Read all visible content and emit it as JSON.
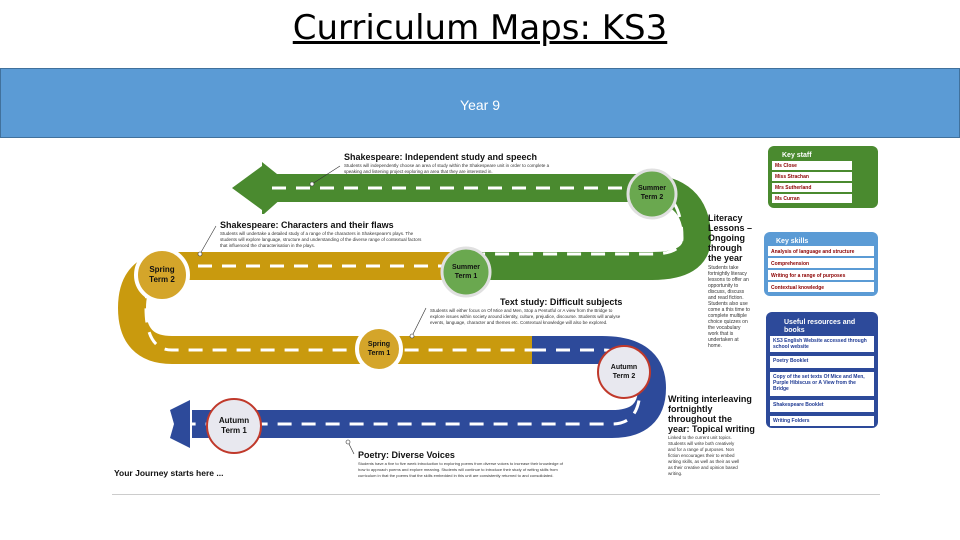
{
  "page": {
    "title": "Curriculum Maps: KS3",
    "banner": "Year 9"
  },
  "colors": {
    "banner": "#5b9bd5",
    "green_road": "#4a8a2f",
    "gold_road": "#c99a0e",
    "blue_road": "#2d4a9a",
    "dash": "#ffffff",
    "term_circle": "#e8e8e8",
    "red_ring": "#c0392b"
  },
  "map": {
    "start_text": "Your   Journey starts here ...",
    "terms": {
      "summer2": [
        "Summer",
        "Term 2"
      ],
      "summer1": [
        "Summer",
        "Term 1"
      ],
      "spring2": [
        "Spring",
        "Term 2"
      ],
      "spring1": [
        "Spring",
        "Term 1"
      ],
      "autumn2": [
        "Autumn",
        "Term 2"
      ],
      "autumn1": [
        "Autumn",
        "Term 1"
      ]
    },
    "units": {
      "shakespeare_speech": {
        "title": "Shakespeare: Independent  study and speech",
        "lines": [
          "Students will independently choose an area of study within the Shakespeare  unit in order to complete a",
          "speaking and listening project exploring an area that they are  interested  in."
        ]
      },
      "shakespeare_chars": {
        "title": "Shakespeare: Characters and their flaws",
        "lines": [
          "Students  will undertake  a detailed study of a range  of the characters  in Shakespeare's  plays.  The",
          "students  will explore language, structure  and understanding of the diverse range of contextual factors",
          "that influenced the characterisation  in the plays."
        ]
      },
      "text_study": {
        "title": "Text study: Difficult subjects",
        "lines": [
          "Students will either focus on Of Mice and Men, Stop a Pentutful or A view from the Bridge to",
          "explore  issues within society around identity,  culture, prejudice,  discourse. Students  will analyse",
          "events,  language,  character  and  themes  etc. Contextual  knowledge will also be explored."
        ]
      },
      "poetry": {
        "title": "Poetry: Diverse Voices",
        "lines": [
          "Students have a five to five week introduction to exploring poems from diverse voices to increase their knowledge of",
          "how to approach poems and explore meaning. Students will continue to introduce their study of writing skills from",
          "curriculum in that the  poems that the skills embedded in this unit are consistently returned to and consolidated."
        ]
      },
      "literacy": {
        "title": [
          "Literacy",
          "Lessons –",
          "Ongoing",
          "through",
          "the year"
        ],
        "lines": [
          "Students  take",
          "fortnightly literacy",
          "lessons to offer an",
          "opportunity  to",
          "discuss, discuss",
          "and read fiction.",
          "Students also use",
          "come a this time to",
          "complete  multiple",
          "choice quizzes on",
          "the vocabulary",
          "work that is",
          "undertaken at",
          "home."
        ]
      },
      "writing": {
        "title": [
          "Writing interleaving",
          "fortnightly",
          "throughout the",
          "year: Topical writing"
        ],
        "lines": [
          "Linked to the current unit topics.",
          "Students will write both creatively",
          "and for a range of purposes. Non",
          "fiction encourages their  to embed",
          "writing skills, as well as their as well",
          "as their creative and opinion based",
          "writing."
        ]
      }
    },
    "sidebar": {
      "key_staff": {
        "heading": "Key staff",
        "items": [
          "Ms Close",
          "Miss Strachan",
          "Mrs Sutherland",
          "Ms Curran"
        ]
      },
      "key_skills": {
        "heading": "Key skills",
        "items": [
          "Analysis of language and structure",
          "Comprehension",
          "Writing for a range of purposes",
          "Contextual knowledge"
        ]
      },
      "resources": {
        "heading": [
          "Useful resources and",
          "books"
        ],
        "items": [
          "KS3 English Website accessed through school website",
          "Poetry Booklet",
          "Copy of the set texts Of Mice and Men, Purple Hibiscus or A View from the Bridge",
          "Shakespeare Booklet",
          "Writing Folders"
        ]
      }
    }
  }
}
